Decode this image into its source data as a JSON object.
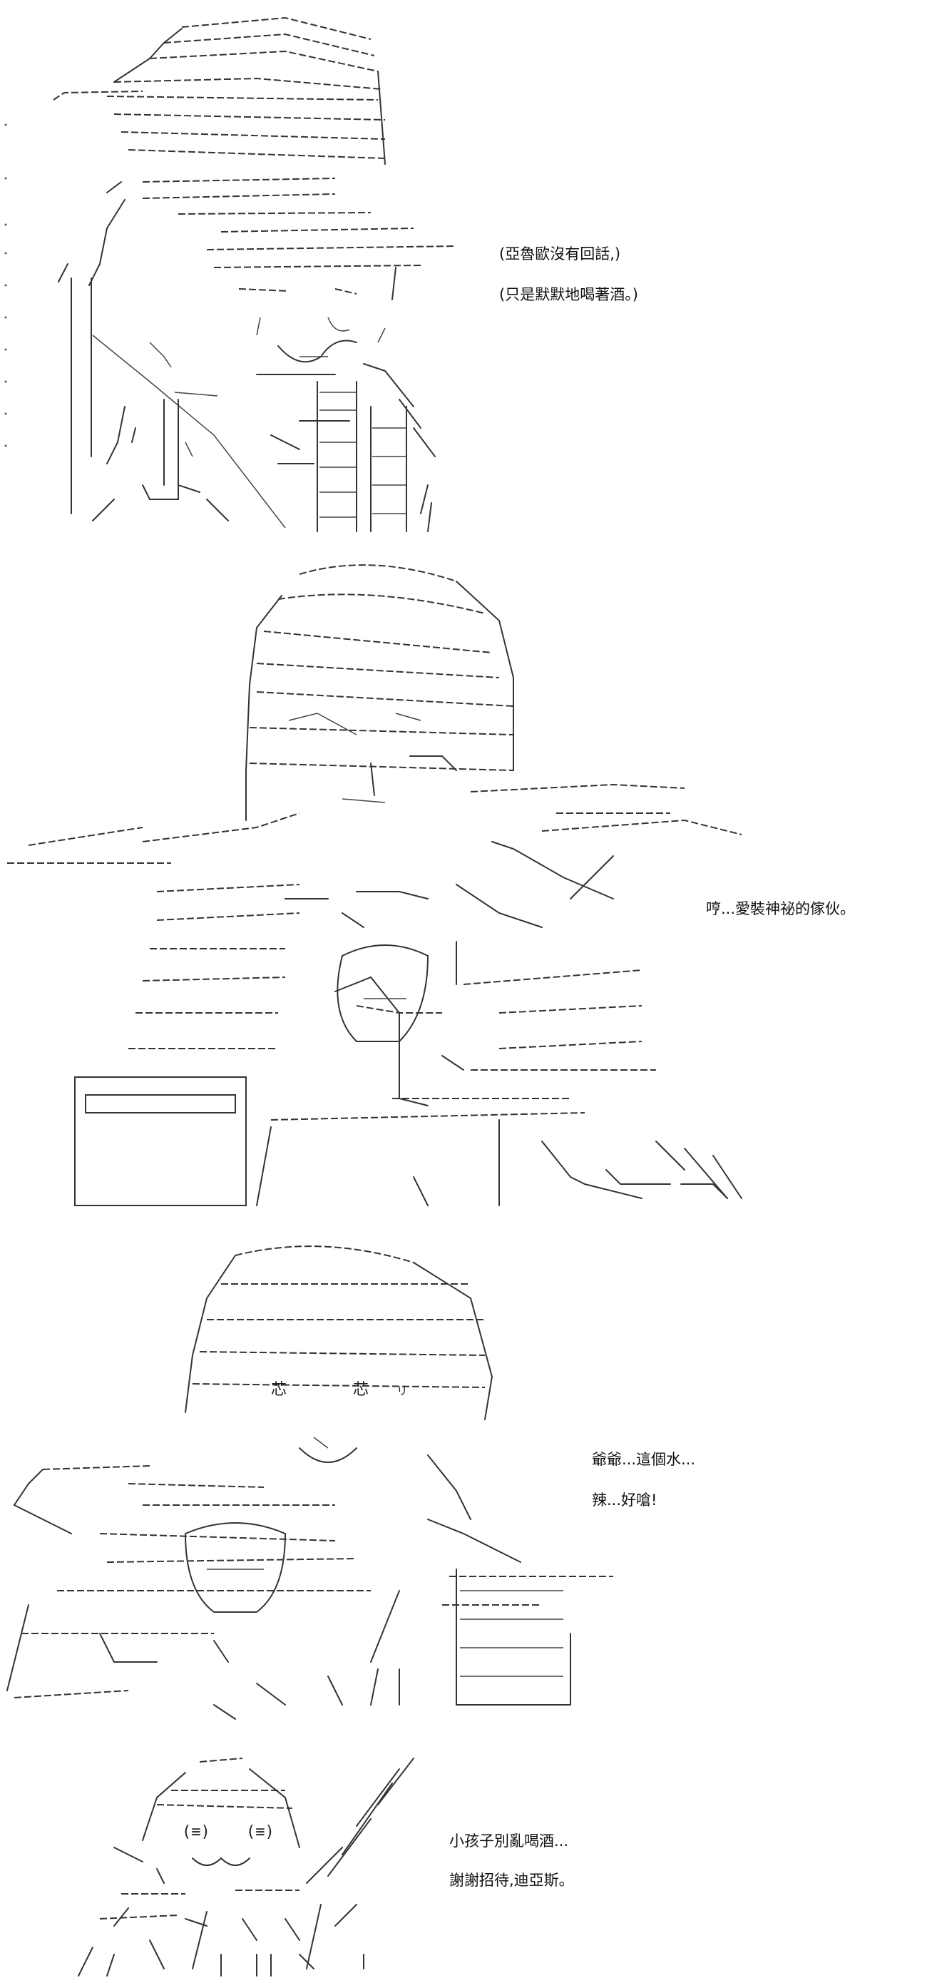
{
  "panels": [
    {
      "lines": [
        "(亞魯歐沒有回話,)",
        "(只是默默地喝著酒。)"
      ]
    },
    {
      "lines": [
        "哼...愛裝神祕的傢伙。"
      ]
    },
    {
      "lines": [
        "爺爺...這個水...",
        "辣...好嗆!"
      ]
    },
    {
      "lines": [
        "小孩子別亂喝酒...",
        "謝謝招待,迪亞斯。"
      ]
    }
  ],
  "art_glyphs": {
    "sweat": "ㇼ",
    "heart": "芯",
    "eyes": "(≡)"
  }
}
